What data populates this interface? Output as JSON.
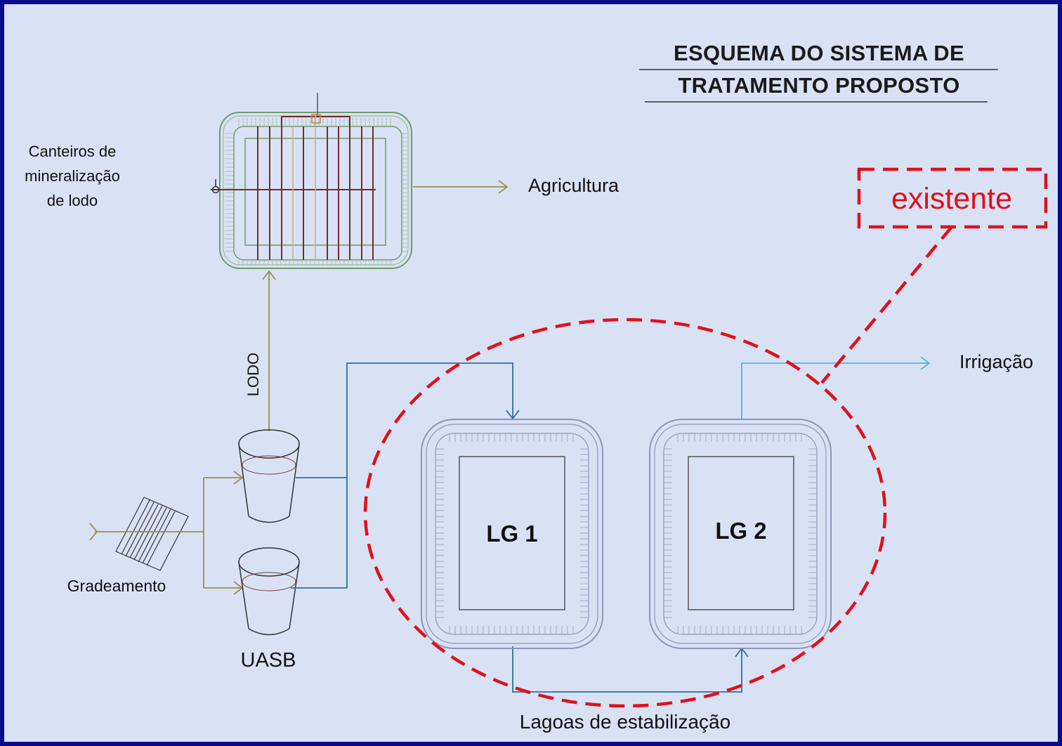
{
  "title": {
    "line1": "ESQUEMA DO SISTEMA DE",
    "line2": "TRATAMENTO PROPOSTO"
  },
  "labels": {
    "canteiros_line1": "Canteiros de",
    "canteiros_line2": "mineralização",
    "canteiros_line3": "de lodo",
    "agricultura": "Agricultura",
    "existente": "existente",
    "irrigacao": "Irrigação",
    "lodo": "LODO",
    "gradeamento": "Gradeamento",
    "uasb": "UASB",
    "lg1": "LG 1",
    "lg2": "LG 2",
    "lagoas": "Lagoas de estabilização"
  },
  "colors": {
    "border": "#0a0a8c",
    "background": "#d9e2f5",
    "sludge_line": "#9c8f4a",
    "water_line": "#2d6f9e",
    "irrigation_line": "#4fb4d8",
    "highlight_dashed": "#e0101a",
    "bed_outline": "#6f9a6a",
    "bed_pipes": "#7a2a2a",
    "pond_outline": "#8b95b5"
  }
}
